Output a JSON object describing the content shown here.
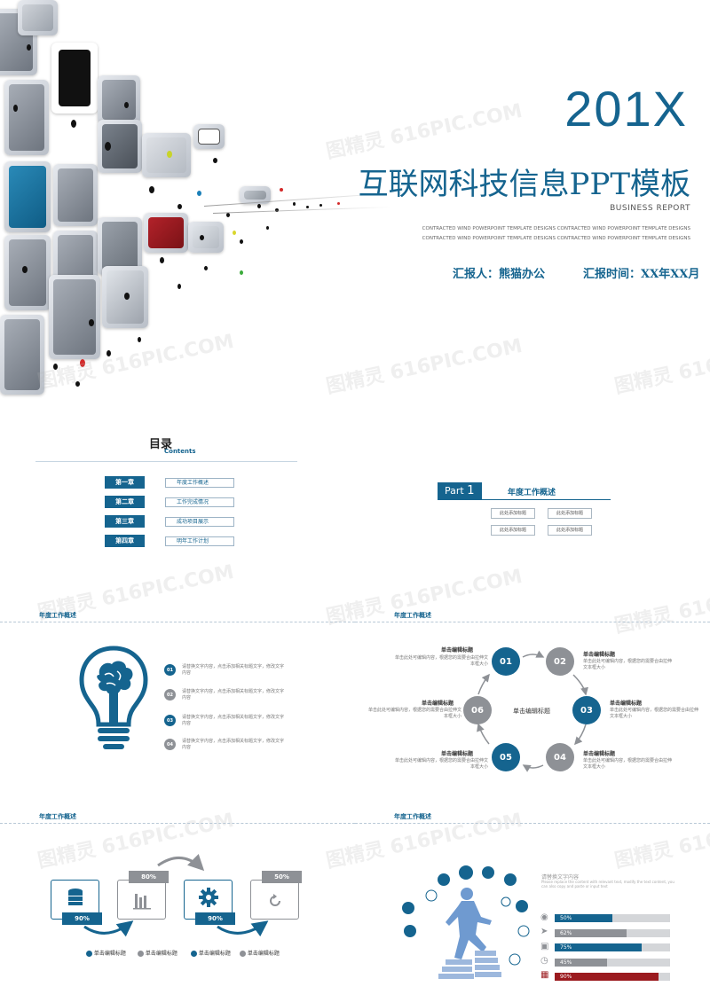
{
  "cover": {
    "year": "201X",
    "title": "互联网科技信息PPT模板",
    "subtitle": "BUSINESS REPORT",
    "lines": [
      "CONTRACTED WIND POWERPOINT TEMPLATE DESIGNS CONTRACTED WIND POWERPOINT TEMPLATE DESIGNS",
      "CONTRACTED WIND POWERPOINT TEMPLATE DESIGNS CONTRACTED WIND POWERPOINT TEMPLATE DESIGNS"
    ],
    "reporter": "汇报人：熊猫办公",
    "report_time": "汇报时间：XX年XX月"
  },
  "watermark": "图精灵 616PIC.COM",
  "toc": {
    "title": "目录",
    "subtitle": "Contents",
    "items": [
      {
        "chapter": "第一章",
        "label": "年度工作概述"
      },
      {
        "chapter": "第二章",
        "label": "工作完成情况"
      },
      {
        "chapter": "第三章",
        "label": "成功项目展示"
      },
      {
        "chapter": "第四章",
        "label": "明年工作计划"
      }
    ]
  },
  "part1": {
    "tag": "Part",
    "num": "1",
    "title": "年度工作概述",
    "boxes": [
      "此处添加标题",
      "此处添加标题",
      "此处添加标题",
      "此处添加标题"
    ]
  },
  "slide_bulb": {
    "title": "年度工作概述",
    "items": [
      {
        "num": "01",
        "text": "请替换文字内容，点击添加相关标题文字，修改文字内容"
      },
      {
        "num": "02",
        "text": "请替换文字内容，点击添加相关标题文字，修改文字内容"
      },
      {
        "num": "03",
        "text": "请替换文字内容，点击添加相关标题文字，修改文字内容"
      },
      {
        "num": "04",
        "text": "请替换文字内容，点击添加相关标题文字，修改文字内容"
      }
    ]
  },
  "slide_cycle": {
    "title": "年度工作概述",
    "center": "单击编辑标题",
    "nodes": [
      {
        "num": "01",
        "heading": "单击编辑标题",
        "text": "单击此处可编辑内容，根据您的需要合由拉伸文本框大小"
      },
      {
        "num": "02",
        "heading": "单击编辑标题",
        "text": "单击此处可编辑内容，根据您的需要合由拉伸文本框大小"
      },
      {
        "num": "03",
        "heading": "单击编辑标题",
        "text": "单击此处可编辑内容，根据您的需要合由拉伸文本框大小"
      },
      {
        "num": "04",
        "heading": "单击编辑标题",
        "text": "单击此处可编辑内容，根据您的需要合由拉伸文本框大小"
      },
      {
        "num": "05",
        "heading": "单击编辑标题",
        "text": "单击此处可编辑内容，根据您的需要合由拉伸文本框大小"
      },
      {
        "num": "06",
        "heading": "单击编辑标题",
        "text": "单击此处可编辑内容，根据您的需要合由拉伸文本框大小"
      }
    ]
  },
  "slide_process": {
    "title": "年度工作概述",
    "steps": [
      {
        "value": "90%",
        "icon": "database-icon"
      },
      {
        "value": "80%",
        "icon": "bar-chart-icon"
      },
      {
        "value": "90%",
        "icon": "gear-icon"
      },
      {
        "value": "50%",
        "icon": "refresh-icon"
      }
    ],
    "legend": [
      "单击编辑标题",
      "单击编辑标题",
      "单击编辑标题",
      "单击编辑标题"
    ]
  },
  "slide_bars": {
    "title": "年度工作概述",
    "heading": "请替换文字内容",
    "desc": "Please replace the content with relevant text, modify the text content, you can also copy and paste or input text",
    "bars": [
      {
        "label": "50%",
        "value": 50,
        "color": "#15648f"
      },
      {
        "label": "62%",
        "value": 62,
        "color": "#8e9196"
      },
      {
        "label": "75%",
        "value": 75,
        "color": "#15648f"
      },
      {
        "label": "45%",
        "value": 45,
        "color": "#8e9196"
      },
      {
        "label": "90%",
        "value": 90,
        "color": "#9b1b1f"
      }
    ]
  },
  "colors": {
    "accent": "#15648f",
    "gray": "#8e9196",
    "red": "#9b1b1f"
  }
}
